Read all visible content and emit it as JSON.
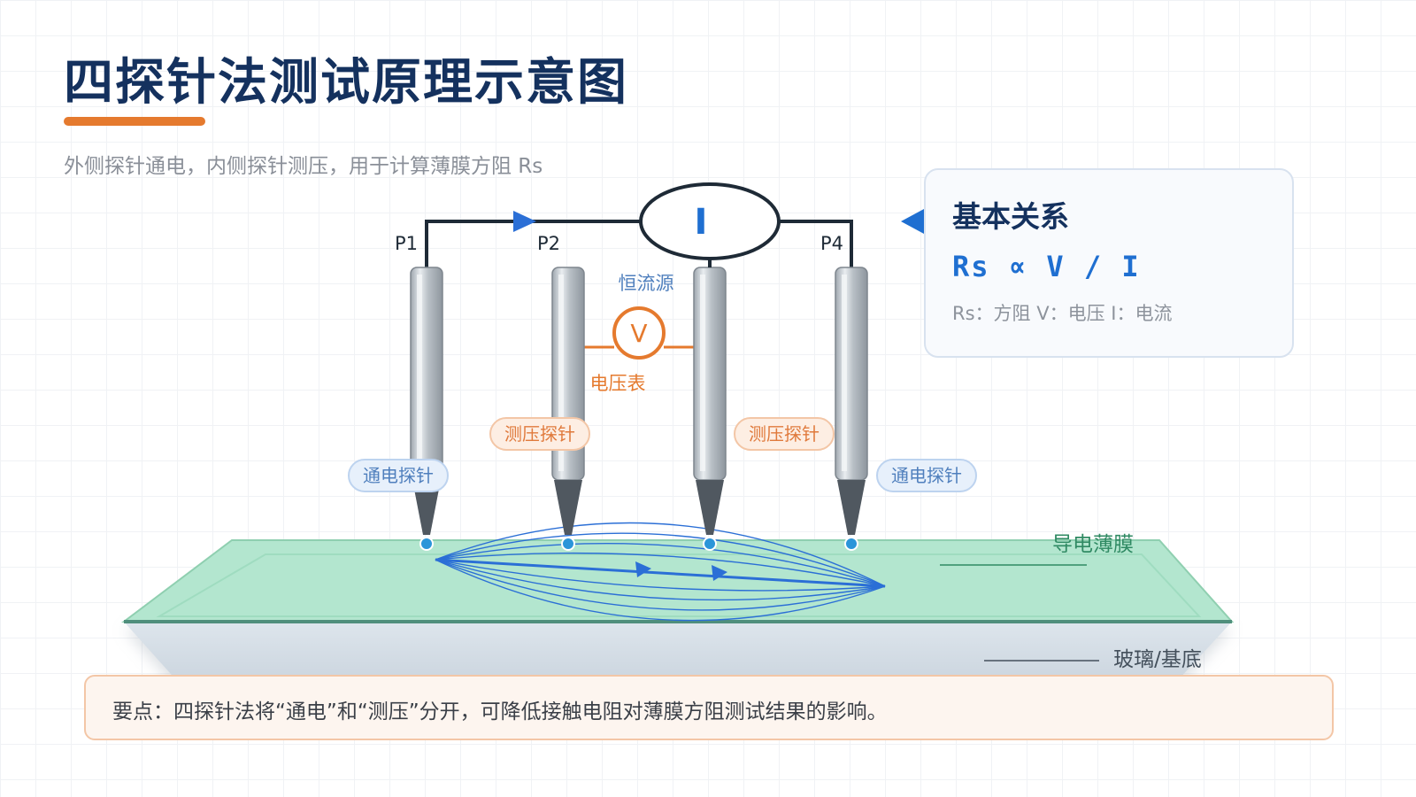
{
  "header": {
    "title": "四探针法测试原理示意图",
    "subtitle": "外侧探针通电，内侧探针测压，用于计算薄膜方阻 Rs"
  },
  "diagram": {
    "probes": [
      {
        "id": "P1",
        "label": "P1"
      },
      {
        "id": "P2",
        "label": "P2"
      },
      {
        "id": "P3",
        "label": ""
      },
      {
        "id": "P4",
        "label": "P4"
      }
    ],
    "current_source": {
      "symbol": "I",
      "label": "恒流源"
    },
    "voltmeter": {
      "symbol": "V",
      "label": "电压表"
    },
    "tags": {
      "current_probe": "通电探针",
      "voltage_probe": "测压探针"
    },
    "layers": {
      "film": "导电薄膜",
      "substrate": "玻璃/基底"
    }
  },
  "info_card": {
    "title": "基本关系",
    "formula": "Rs ∝ V / I",
    "legend": "Rs：方阻   V：电压   I：电流"
  },
  "note": {
    "text": "要点：四探针法将“通电”和“测压”分开，可降低接触电阻对薄膜方阻测试结果的影响。"
  },
  "colors": {
    "title": "#14315e",
    "accent_orange": "#e57a2e",
    "accent_blue": "#1f6fd1",
    "film_green": "#b3e6cf",
    "substrate_gray": "#d6dfe8"
  }
}
